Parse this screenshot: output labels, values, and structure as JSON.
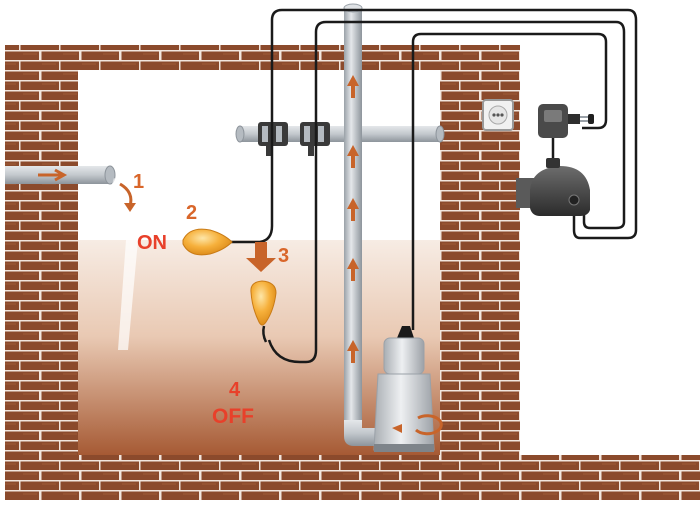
{
  "steps": [
    {
      "number": "1"
    },
    {
      "number": "2",
      "state": "ON"
    },
    {
      "number": "3"
    },
    {
      "number": "4",
      "state": "OFF"
    }
  ],
  "colors": {
    "brick": "#8b4a2c",
    "mortar": "#ffffff",
    "water_top": "#f3e3d8",
    "water_bottom": "#a65a34",
    "pipe": "#c9ced4",
    "arrow": "#c8642a",
    "label_red": "#e8402a",
    "float_orange": "#f4a52a",
    "cable": "#1a1a1a",
    "pump_body": "#d7dadd"
  },
  "icons": [
    "flow-arrow-icon",
    "float-switch-icon",
    "drop-arrow-icon",
    "pump-rotation-icon",
    "wall-socket-icon",
    "plug-adapter-icon",
    "pump-controller-icon"
  ]
}
